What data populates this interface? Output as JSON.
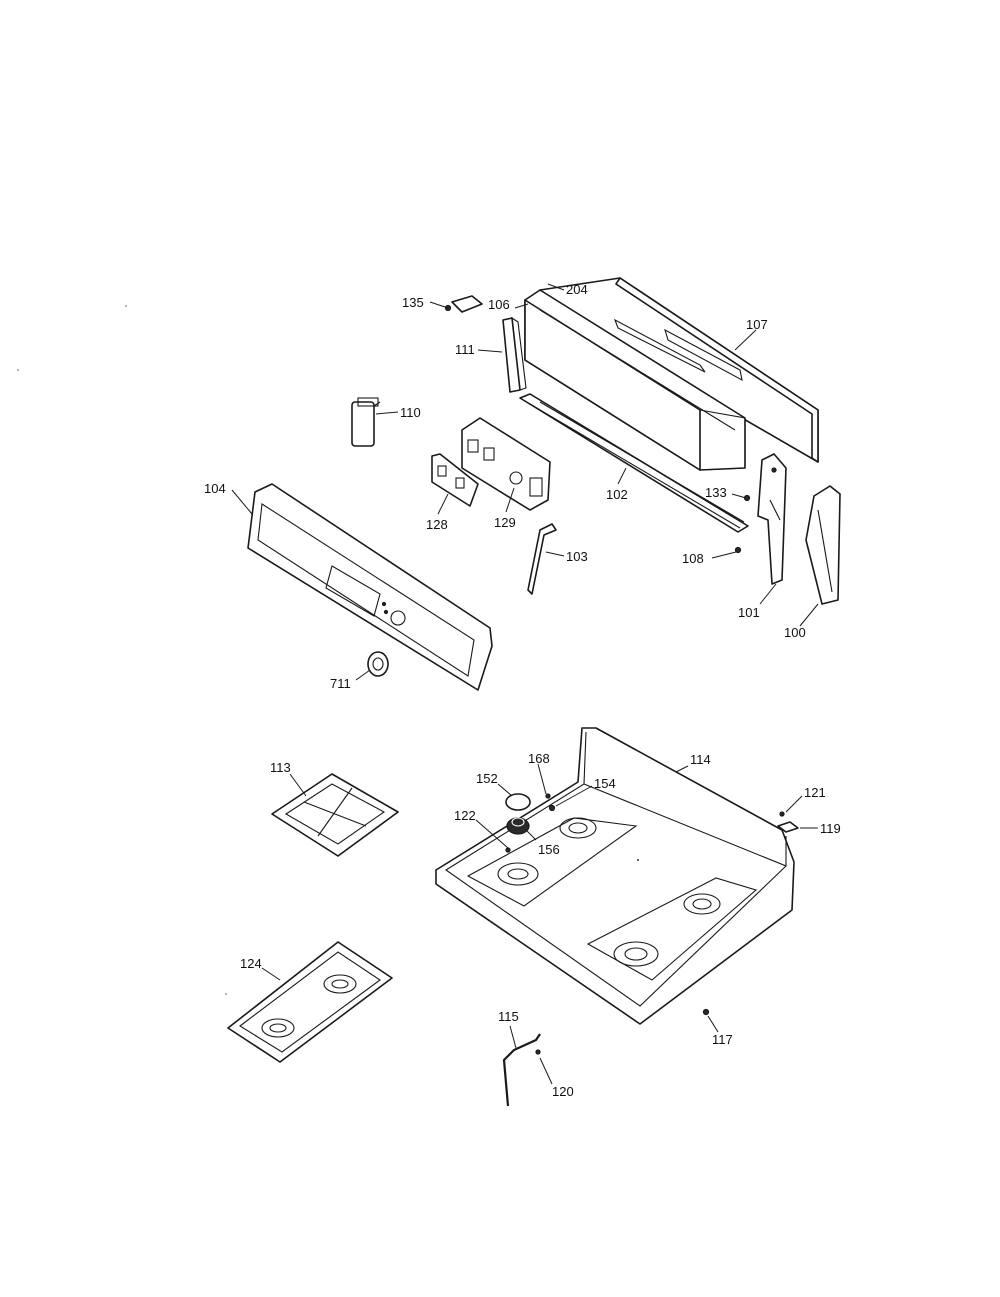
{
  "diagram": {
    "labels": {
      "p135": "135",
      "p106": "106",
      "p204": "204",
      "p107": "107",
      "p111": "111",
      "p110": "110",
      "p133": "133",
      "p102": "102",
      "p104": "104",
      "p128": "128",
      "p129": "129",
      "p103": "103",
      "p108": "108",
      "p101": "101",
      "p100": "100",
      "p711": "711",
      "p113": "113",
      "p152": "152",
      "p168": "168",
      "p154": "154",
      "p114": "114",
      "p121": "121",
      "p119": "119",
      "p122": "122",
      "p156": "156",
      "p124": "124",
      "p115": "115",
      "p117": "117",
      "p120": "120"
    }
  }
}
